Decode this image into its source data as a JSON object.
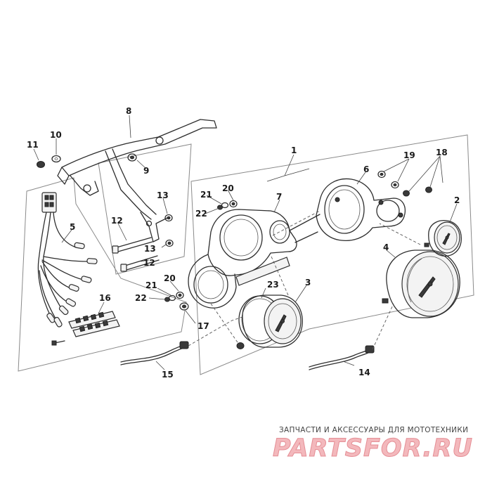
{
  "labels": {
    "p1": "1",
    "p2": "2",
    "p3": "3",
    "p4": "4",
    "p5": "5",
    "p6": "6",
    "p7": "7",
    "p8": "8",
    "p9": "9",
    "p10": "10",
    "p11": "11",
    "p12a": "12",
    "p12b": "12",
    "p13a": "13",
    "p13b": "13",
    "p14": "14",
    "p15": "15",
    "p16": "16",
    "p17": "17",
    "p18": "18",
    "p19": "19",
    "p20a": "20",
    "p20b": "20",
    "p21a": "21",
    "p21b": "21",
    "p22a": "22",
    "p22b": "22",
    "p23": "23"
  },
  "watermark": {
    "caption": "ЗАПЧАСТИ И АКСЕССУАРЫ ДЛЯ МОТОТЕХНИКИ",
    "logo": "PARTSFOR.RU"
  },
  "colors": {
    "line": "#2e2e2e",
    "frame": "#8a8a8a",
    "logo": "#f3b8bc"
  }
}
